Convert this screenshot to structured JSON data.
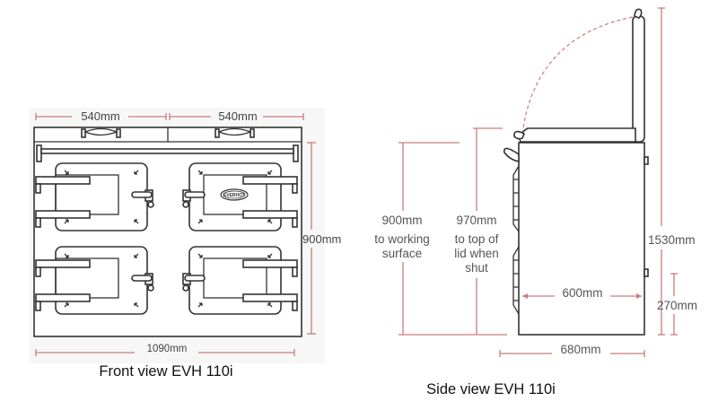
{
  "front_view": {
    "caption": "Front view EVH 110i",
    "dim_left_width": "540mm",
    "dim_right_width": "540mm",
    "dim_height": "900mm",
    "dim_total_width": "1090mm",
    "badge": "EVERHOT"
  },
  "side_view": {
    "caption": "Side view EVH 110i",
    "dim_working_surface": [
      "900mm",
      "to working",
      "surface"
    ],
    "dim_lid_shut": [
      "970mm",
      "to top of",
      "lid when",
      "shut"
    ],
    "dim_lid_open": "1530mm",
    "dim_plinth": "270mm",
    "dim_inner_depth": "600mm",
    "dim_total_depth": "680mm"
  },
  "colors": {
    "dimension": "#c97c7c",
    "outline": "#333333"
  }
}
